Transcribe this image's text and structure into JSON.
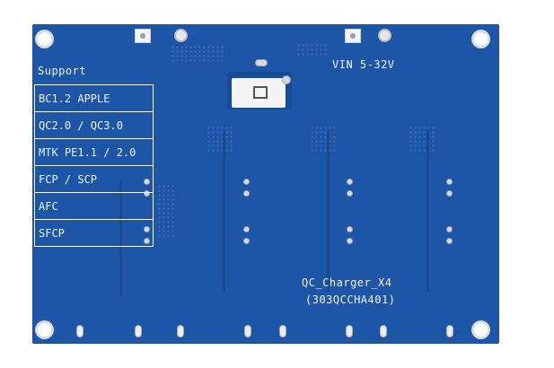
{
  "board": {
    "support_title": "Support",
    "support_items": [
      "BC1.2   APPLE",
      "QC2.0 / QC3.0",
      "MTK PE1.1 / 2.0",
      "FCP / SCP",
      "AFC",
      "SFCP"
    ],
    "vin_label": "VIN 5-32V",
    "model_name": "QC_Charger_X4",
    "model_code": "(303QCCHA401)"
  },
  "colors": {
    "pcb": "#1d56a6",
    "silkscreen": "#f3f3f3"
  }
}
